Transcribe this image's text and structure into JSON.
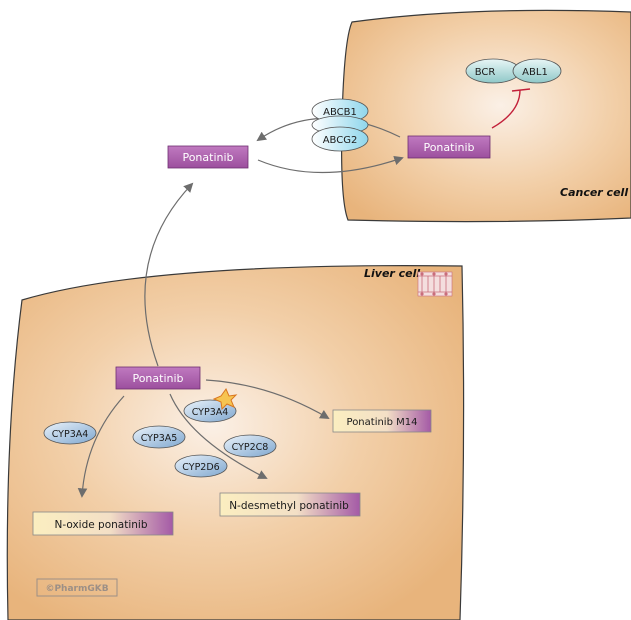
{
  "cancer_cell": {
    "label": "Cancer cell",
    "bcr": "BCR",
    "abl1": "ABL1",
    "ponatinib": "Ponatinib"
  },
  "transporters": {
    "abcb1": "ABCB1",
    "abcg2": "ABCG2"
  },
  "plasma": {
    "ponatinib": "Ponatinib"
  },
  "liver_cell": {
    "label": "Liver cell",
    "ponatinib": "Ponatinib",
    "enzymes": {
      "cyp3a4_left": "CYP3A4",
      "cyp3a5": "CYP3A5",
      "cyp3a4_mid": "CYP3A4",
      "cyp2c8": "CYP2C8",
      "cyp2d6": "CYP2D6"
    },
    "metabolites": {
      "m14": "Ponatinib M14",
      "n_oxide": "N-oxide ponatinib",
      "n_desmethyl": "N-desmethyl ponatinib"
    }
  },
  "credit": "©PharmGKB"
}
